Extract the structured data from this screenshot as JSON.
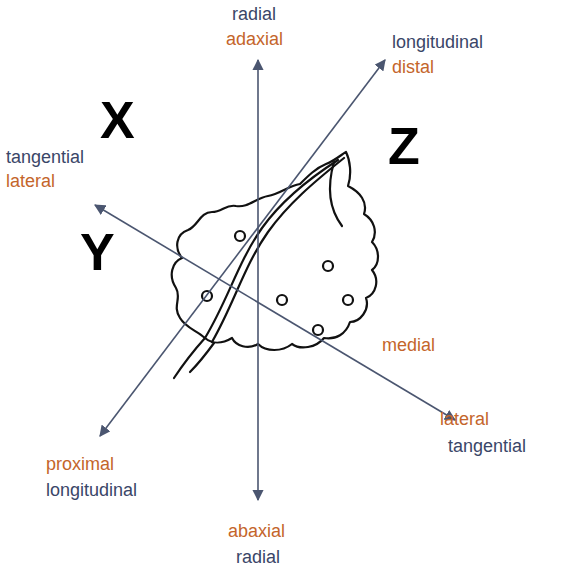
{
  "diagram": {
    "labels": [
      "radial",
      "adaxial",
      "X",
      "longitudinal",
      "distal",
      "Z",
      "tangential",
      "lateral",
      "Y",
      "medial",
      "lateral",
      "tangential",
      "proximal",
      "longitudinal",
      "abaxial",
      "radial"
    ]
  }
}
